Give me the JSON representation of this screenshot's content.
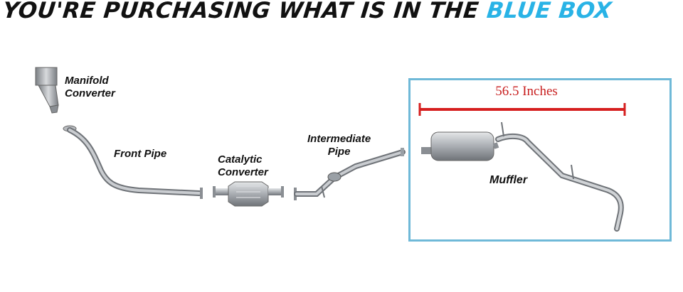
{
  "headline": {
    "main": "YOU'RE PURCHASING WHAT IS IN THE ",
    "accent": "BLUE BOX"
  },
  "labels": {
    "manifold_line1": "Manifold",
    "manifold_line2": "Converter",
    "front_pipe": "Front Pipe",
    "catalytic_line1": "Catalytic",
    "catalytic_line2": "Converter",
    "intermediate_line1": "Intermediate",
    "intermediate_line2": "Pipe",
    "muffler": "Muffler"
  },
  "dimension": {
    "text": "56.5 Inches"
  },
  "colors": {
    "accent": "#29b3e6",
    "box_border": "#6fb9d8",
    "dimension": "#c81e1e",
    "metal": "#a9adb2"
  }
}
